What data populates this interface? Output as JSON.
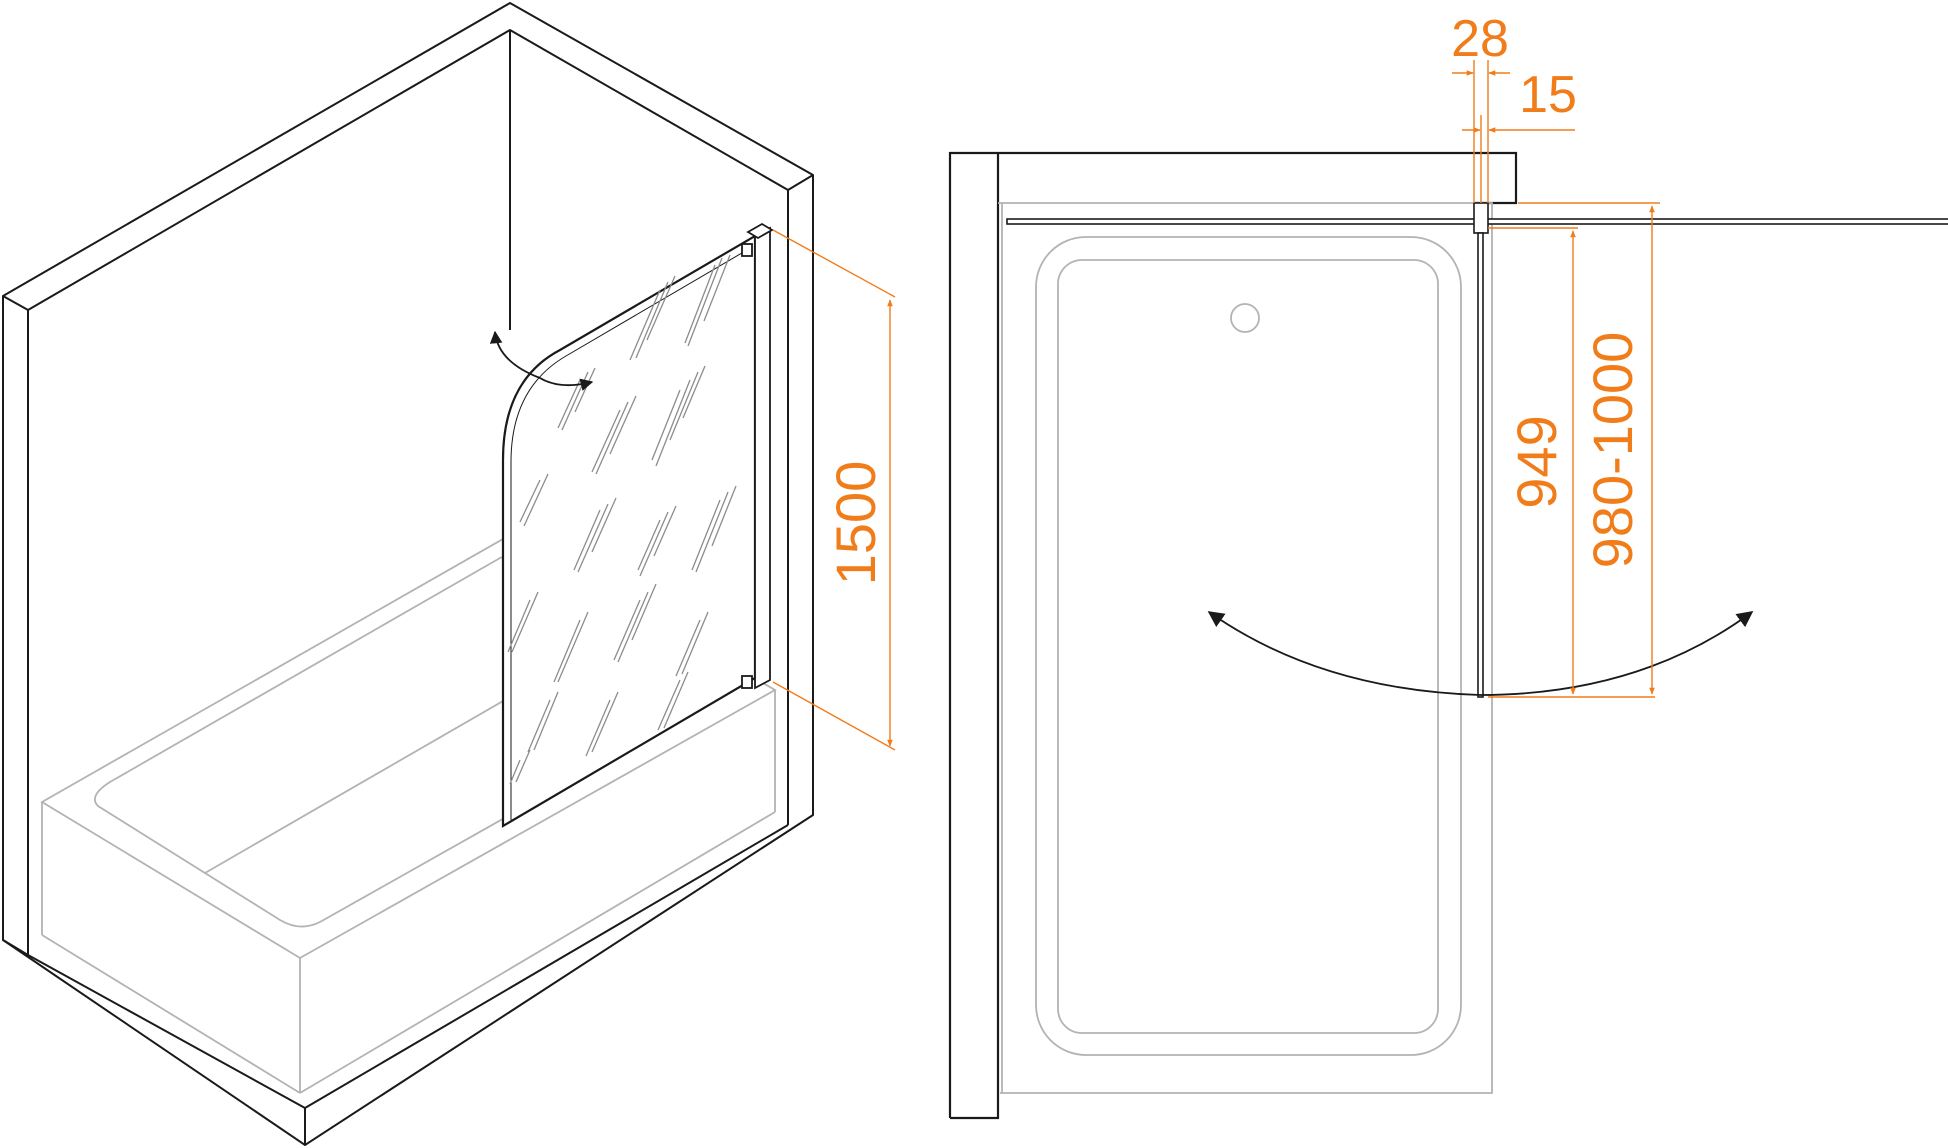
{
  "colors": {
    "outline": "#1a1a1a",
    "fixture": "#b3b3b3",
    "glass_texture": "#8c8c8c",
    "dimension": "#f07d1a",
    "background": "#ffffff"
  },
  "dimensions": {
    "panel_height": "1500",
    "profile_width": "28",
    "glass_offset": "15",
    "panel_width": "949",
    "opening_range": "980-1000"
  }
}
